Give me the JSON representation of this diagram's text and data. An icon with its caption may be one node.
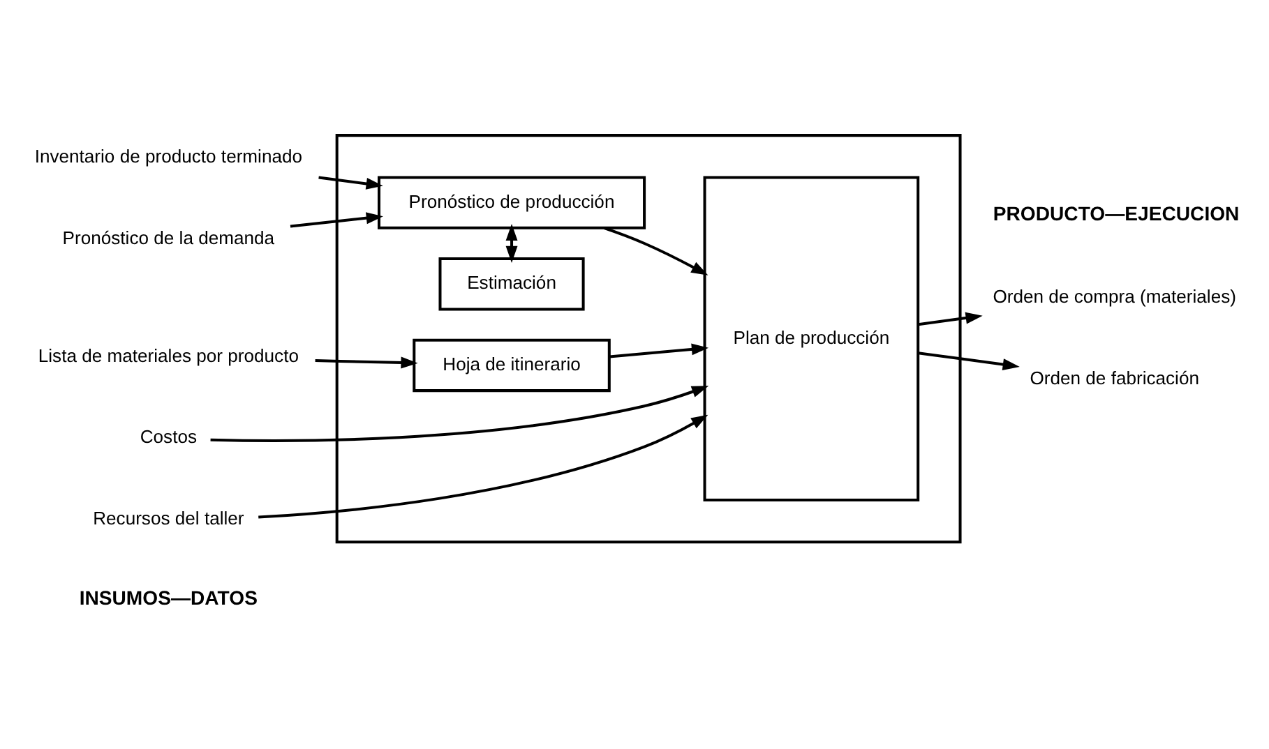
{
  "diagram": {
    "nodes": [
      {
        "text": [],
        "shape": "box"
      },
      {
        "text": [
          "Inventario de producto terminado"
        ]
      },
      {
        "text": [
          "Pronóstico de la demanda"
        ]
      },
      {
        "text": [
          "Pronóstico de producción"
        ],
        "in": 0
      },
      {
        "text": [
          "Estimación"
        ],
        "in": 0
      },
      {
        "text": [
          "Lista de materiales por producto"
        ]
      },
      {
        "text": [
          "Hoja de itinerario"
        ],
        "in": 0
      },
      {
        "text": [
          "Plan de producción"
        ],
        "in": 0
      },
      {
        "text": [
          "Costos"
        ]
      },
      {
        "text": [
          "Recursos del taller"
        ]
      },
      {
        "text": [
          "Orden de compra (materiales)"
        ]
      },
      {
        "text": [
          "Orden de fabricación"
        ]
      }
    ],
    "edges": [
      {
        "from": 1,
        "to": 3,
        "arrow": "to"
      },
      {
        "from": 2,
        "to": 3,
        "arrow": "to"
      },
      {
        "from": 3,
        "to": 4,
        "arrow": "both",
        "style": "dashed"
      },
      {
        "from": 5,
        "to": 6,
        "arrow": "to"
      },
      {
        "from": 3,
        "to": 7,
        "arrow": "to"
      },
      {
        "from": 6,
        "to": 7,
        "arrow": "to"
      },
      {
        "from": 8,
        "to": 7,
        "arrow": "to"
      },
      {
        "from": 9,
        "to": 7,
        "arrow": "to"
      },
      {
        "from": 7,
        "to": 10,
        "arrow": "to"
      },
      {
        "from": 7,
        "to": 11,
        "arrow": "to"
      }
    ],
    "labels": [
      "INSUMOS—DATOS",
      "PRODUCTO—EJECUCION"
    ]
  }
}
